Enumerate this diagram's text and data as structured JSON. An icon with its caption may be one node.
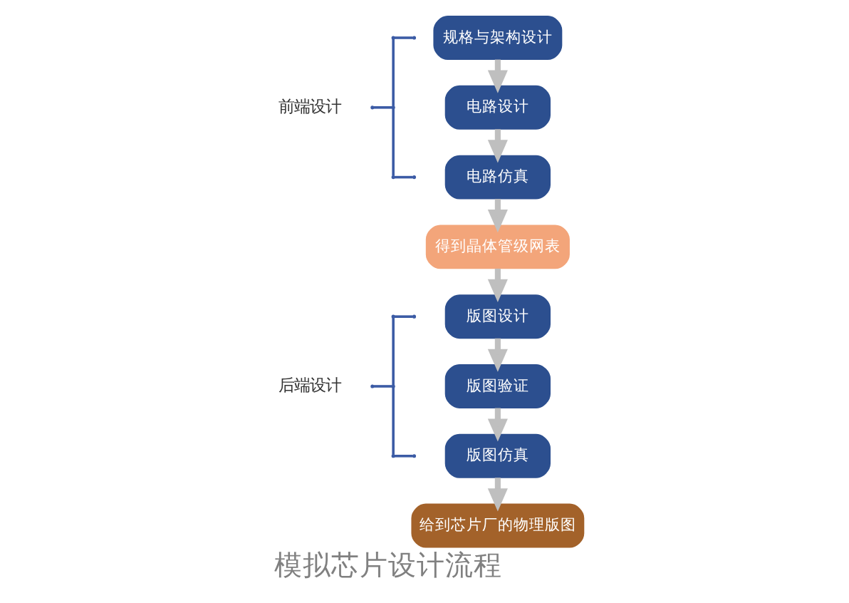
{
  "diagram": {
    "caption": "模拟芯片设计流程",
    "nodes": [
      {
        "text": [
          "规格与架构设计"
        ]
      },
      {
        "text": [
          "电路设计"
        ]
      },
      {
        "text": [
          "电路仿真"
        ]
      },
      {
        "text": [
          "得到晶体管级网表"
        ]
      },
      {
        "text": [
          "版图设计"
        ]
      },
      {
        "text": [
          "版图验证"
        ]
      },
      {
        "text": [
          "版图仿真"
        ]
      },
      {
        "text": [
          "给到芯片厂的物理版图"
        ]
      }
    ],
    "edges": [
      {
        "from": 0,
        "to": 1,
        "arrow": "to"
      },
      {
        "from": 1,
        "to": 2,
        "arrow": "to"
      },
      {
        "from": 2,
        "to": 3,
        "arrow": "to"
      },
      {
        "from": 3,
        "to": 4,
        "arrow": "to"
      },
      {
        "from": 4,
        "to": 5,
        "arrow": "to"
      },
      {
        "from": 5,
        "to": 6,
        "arrow": "to"
      },
      {
        "from": 6,
        "to": 7,
        "arrow": "to"
      }
    ],
    "labels": [
      "前端设计",
      "后端设计"
    ]
  }
}
